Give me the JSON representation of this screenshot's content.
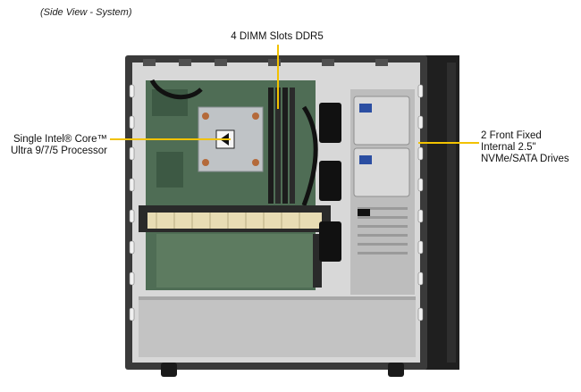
{
  "caption": "(Side View - System)",
  "callouts": {
    "dimm": "4 DIMM Slots DDR5",
    "cpu_line1": "Single Intel® Core™",
    "cpu_line2": "Ultra 9/7/5 Processor",
    "drives_line1": "2 Front Fixed",
    "drives_line2": "Internal 2.5\"",
    "drives_line3": "NVMe/SATA Drives"
  },
  "colors": {
    "leader": "#f2c200",
    "chassis": "#c9c9c9",
    "frame": "#3a3a3a",
    "board": "#4f6d55",
    "front_panel": "#2a2a2a"
  }
}
